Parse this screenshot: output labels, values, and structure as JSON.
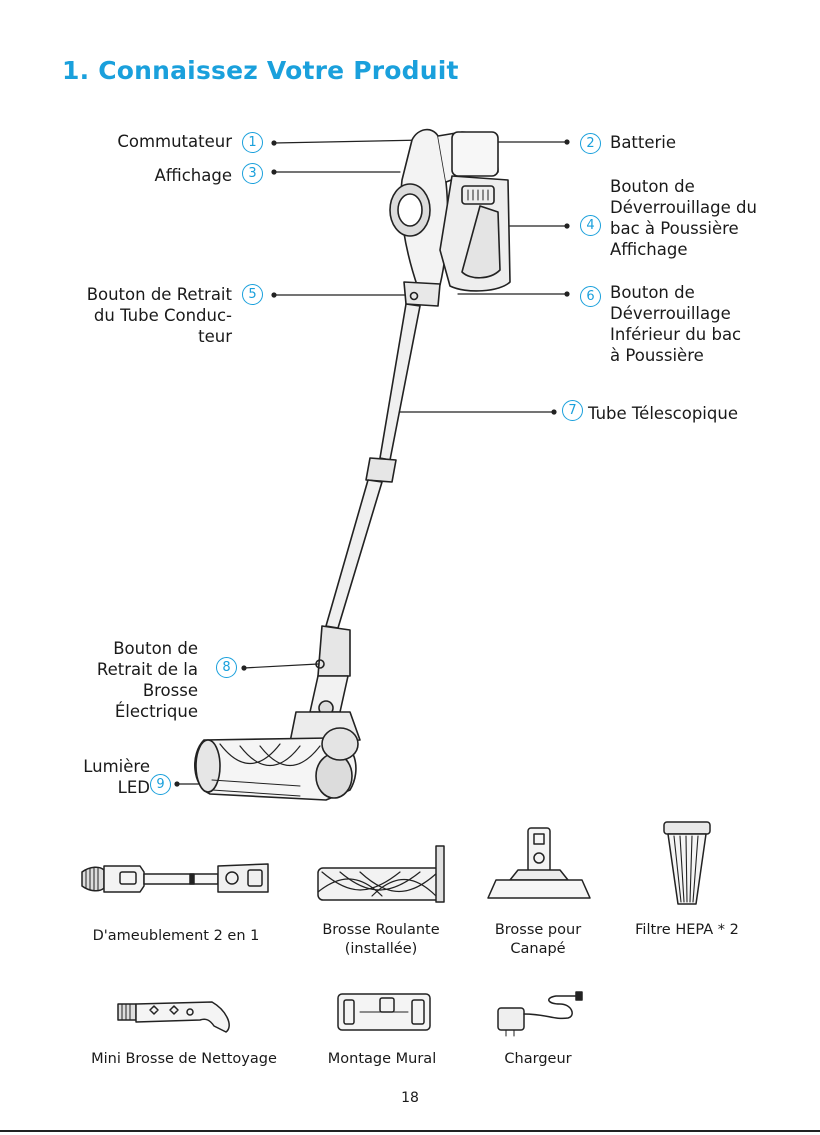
{
  "page": {
    "title": "1. Connaissez Votre Produit",
    "page_number": "18",
    "accent_color": "#1aa0dc"
  },
  "callouts": [
    {
      "num": "1",
      "label": "Commutateur"
    },
    {
      "num": "2",
      "label": "Batterie"
    },
    {
      "num": "3",
      "label": "Affichage"
    },
    {
      "num": "4",
      "label": "Bouton de\nDéverrouillage du\nbac à Poussière\nAffichage"
    },
    {
      "num": "5",
      "label": "Bouton de Retrait\ndu Tube Conduc-\nteur"
    },
    {
      "num": "6",
      "label": "Bouton de\nDéverrouillage\nInférieur du bac\nà Poussière"
    },
    {
      "num": "7",
      "label": "Tube Télescopique"
    },
    {
      "num": "8",
      "label": "Bouton de\nRetrait de la\nBrosse\nÉlectrique"
    },
    {
      "num": "9",
      "label": "Lumière\nLED"
    }
  ],
  "accessories": [
    {
      "name": "crevice-tool-2in1",
      "caption": "D'ameublement 2 en 1"
    },
    {
      "name": "roller-brush",
      "caption": "Brosse Roulante\n(installée)"
    },
    {
      "name": "sofa-brush",
      "caption": "Brosse pour\nCanapé"
    },
    {
      "name": "hepa-filter",
      "caption": "Filtre HEPA * 2"
    },
    {
      "name": "mini-cleaning-brush",
      "caption": "Mini Brosse de Nettoyage"
    },
    {
      "name": "wall-mount",
      "caption": "Montage Mural"
    },
    {
      "name": "charger",
      "caption": "Chargeur"
    }
  ]
}
